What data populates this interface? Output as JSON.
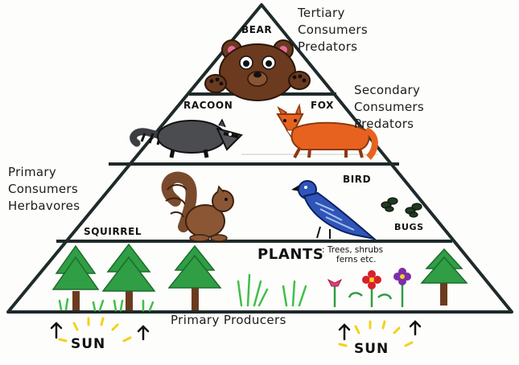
{
  "tiers": {
    "tertiary": {
      "label_line1": "Tertiary",
      "label_line2": "Consumers",
      "label_line3": "Predators",
      "animals": [
        "BEAR"
      ]
    },
    "secondary": {
      "label_line1": "Secondary",
      "label_line2": "Consumers",
      "label_line3": "Predators",
      "animals": [
        "RACOON",
        "FOX"
      ]
    },
    "primary": {
      "label_line1": "Primary",
      "label_line2": "Consumers",
      "label_line3": "Herbavores",
      "animals": [
        "SQUIRREL",
        "BIRD",
        "BUGS"
      ]
    },
    "producers": {
      "title": "PLANTS",
      "note_line1": ": Trees, shrubs",
      "note_line2": "ferns etc.",
      "base_label": "Primary Producers"
    }
  },
  "sun_label": "SUN",
  "colors": {
    "outline": "#1f2a2a",
    "bear": "#6b3a1f",
    "fox": "#e8621f",
    "racoon": "#3b3d40",
    "squirrel": "#7a4a2c",
    "bird": "#2f55b8",
    "tree": "#2f9e44",
    "trunk": "#6b3b1f",
    "sun": "#f2d21a",
    "flower_red": "#d81f2a",
    "flower_purple": "#7b2fa8",
    "flower_pink": "#e0407a"
  }
}
